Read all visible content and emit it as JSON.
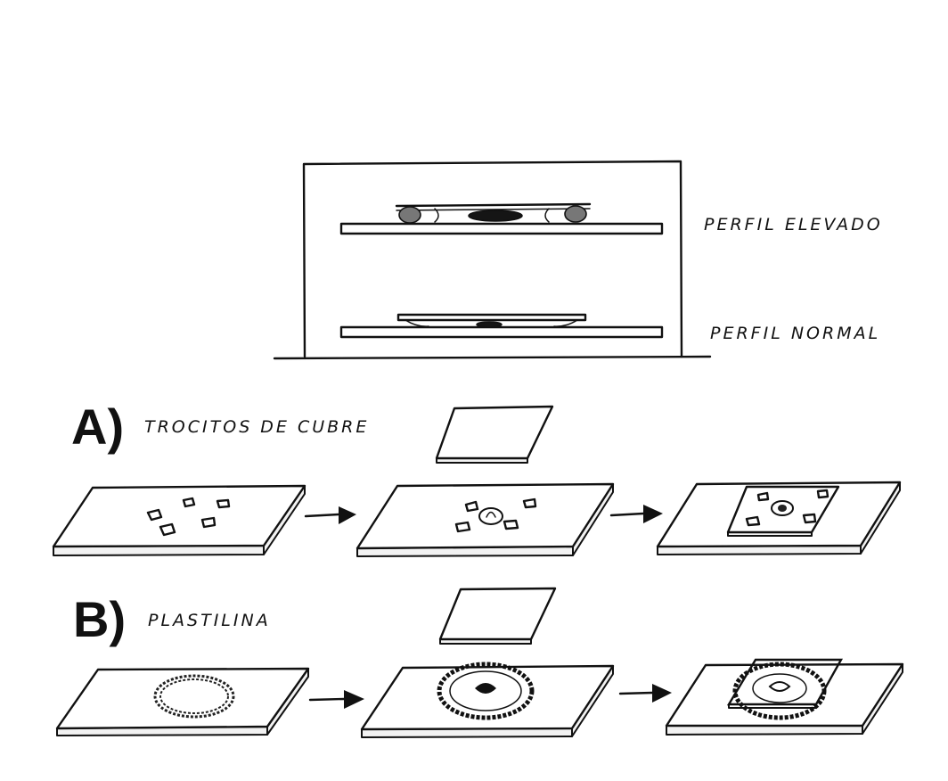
{
  "profile_labels": {
    "elevated": "PERFIL ELEVADO",
    "normal": "PERFIL NORMAL"
  },
  "sections": [
    {
      "letter": "A)",
      "caption": "TROCITOS DE CUBRE"
    },
    {
      "letter": "B)",
      "caption": "PLASTILINA"
    }
  ],
  "colors": {
    "ink": "#111111",
    "paper": "#ffffff"
  }
}
